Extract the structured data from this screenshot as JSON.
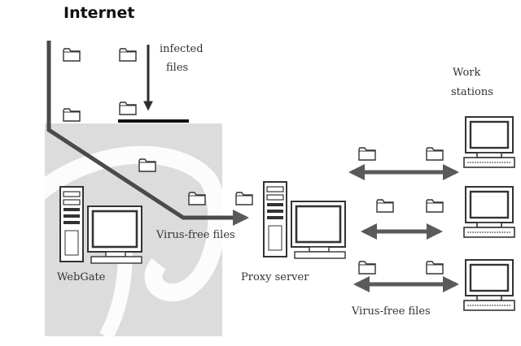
{
  "title": "Internet",
  "labels": {
    "infected_1": "infected",
    "infected_2": "files",
    "virus_free_top": "Virus-free files",
    "webgate": "WebGate",
    "proxy": "Proxy server",
    "work_1": "Work",
    "work_2": "stations",
    "virus_free_bottom": "Virus-free files"
  },
  "colors": {
    "line": "#2e2e2e",
    "arrow": "#5a5a5a",
    "gate_bg": "#dcdcdc",
    "logo_watermark": "#ffffff"
  },
  "icons": {
    "file": "folder-icon",
    "computer": "tower-computer-icon",
    "workstation": "workstation-icon"
  }
}
